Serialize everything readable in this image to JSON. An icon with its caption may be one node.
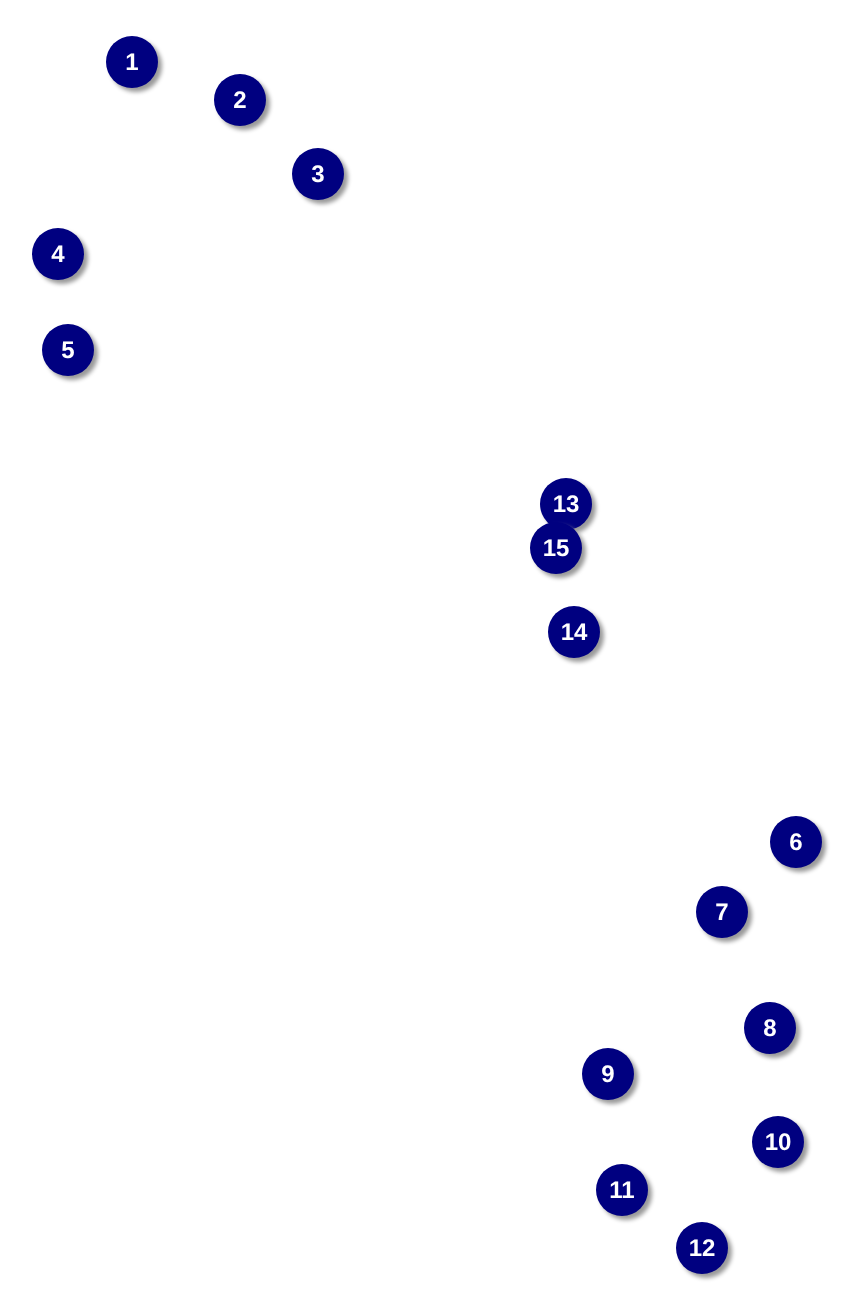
{
  "diagram": {
    "labels": [
      "1",
      "2",
      "3",
      "4",
      "5",
      "13",
      "15",
      "14",
      "6",
      "7",
      "8",
      "9",
      "10",
      "11",
      "12"
    ]
  }
}
